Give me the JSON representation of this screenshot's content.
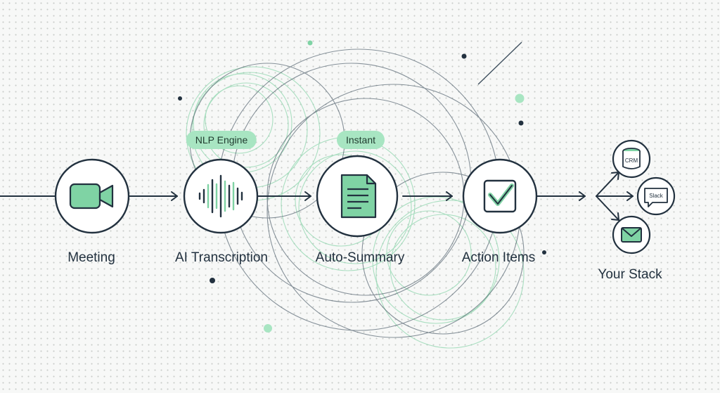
{
  "colors": {
    "navy": "#22313f",
    "mint": "#7fd3a4",
    "mint_light": "#a8e5c2",
    "background": "#f7f8f7"
  },
  "steps": [
    {
      "id": "meeting",
      "label": "Meeting",
      "icon": "video-camera-icon"
    },
    {
      "id": "transcription",
      "label": "AI Transcription",
      "icon": "waveform-icon"
    },
    {
      "id": "summary",
      "label": "Auto-Summary",
      "icon": "document-icon"
    },
    {
      "id": "action-items",
      "label": "Action Items",
      "icon": "checkbox-icon"
    }
  ],
  "badges": {
    "nlp": "NLP Engine",
    "instant": "Instant"
  },
  "stack": {
    "label": "Your Stack",
    "targets": [
      {
        "id": "crm",
        "text": "CRM",
        "icon": "crm-database-icon"
      },
      {
        "id": "slack",
        "text": "Slack",
        "icon": "slack-chat-icon"
      },
      {
        "id": "email",
        "icon": "envelope-icon"
      }
    ]
  }
}
